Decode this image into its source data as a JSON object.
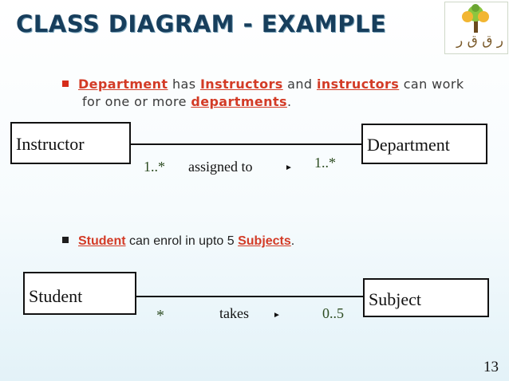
{
  "slide": {
    "title": "CLASS DIAGRAM - EXAMPLE",
    "page_number": "13",
    "logo_text": "ر ق ق ر",
    "accent_color": "#d33b26",
    "title_color": "#173e5c"
  },
  "example1": {
    "bullet": {
      "w1": "Department",
      "t1": " has ",
      "w2": "Instructors",
      "t2": " and ",
      "w3": "instructors",
      "t3": " can work",
      "t4": "for one or more ",
      "w4": "departments",
      "t5": "."
    },
    "class_a": "Instructor",
    "class_b": "Department",
    "multiplicity_a": "1..*",
    "association": "assigned to",
    "direction_arrow": "►",
    "multiplicity_b": "1..*"
  },
  "example2": {
    "bullet": {
      "w1": "Student",
      "t1": " can enrol in upto 5 ",
      "w2": "Subjects",
      "t2": "."
    },
    "class_a": "Student",
    "class_b": "Subject",
    "multiplicity_a": "*",
    "association": "takes",
    "direction_arrow": "►",
    "multiplicity_b": "0..5"
  }
}
